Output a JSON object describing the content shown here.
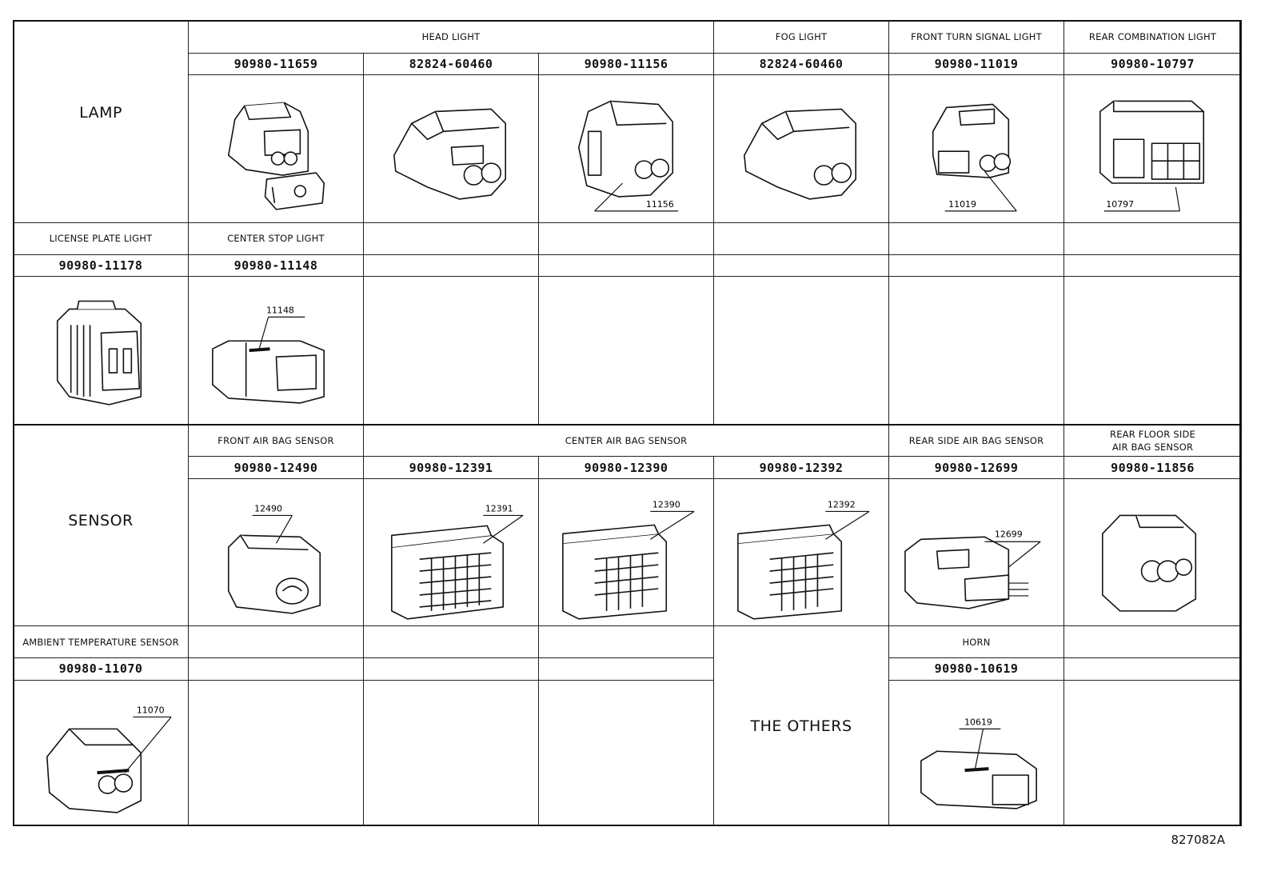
{
  "lamp": {
    "category": "LAMP",
    "head_light": "HEAD LIGHT",
    "fog_light": "FOG LIGHT",
    "front_turn_signal_light": "FRONT TURN SIGNAL LIGHT",
    "rear_combination_light": "REAR COMBINATION LIGHT",
    "parts": [
      "90980-11659",
      "82824-60460",
      "90980-11156",
      "82824-60460",
      "90980-11019",
      "90980-10797"
    ],
    "callouts": {
      "c11156": "11156",
      "c11019": "11019",
      "c10797": "10797"
    },
    "license_plate_light": "LICENSE PLATE LIGHT",
    "center_stop_light": "CENTER STOP LIGHT",
    "row2_parts": [
      "90980-11178",
      "90980-11148"
    ],
    "c11148": "11148"
  },
  "sensor": {
    "category": "SENSOR",
    "front_air_bag_sensor": "FRONT AIR BAG SENSOR",
    "center_air_bag_sensor": "CENTER AIR BAG SENSOR",
    "rear_side_air_bag_sensor": "REAR SIDE AIR BAG SENSOR",
    "rear_floor_side_line1": "REAR FLOOR SIDE",
    "rear_floor_side_line2": "AIR BAG SENSOR",
    "parts": [
      "90980-12490",
      "90980-12391",
      "90980-12390",
      "90980-12392",
      "90980-12699",
      "90980-11856"
    ],
    "callouts": {
      "c12490": "12490",
      "c12391": "12391",
      "c12390": "12390",
      "c12392": "12392",
      "c12699": "12699"
    },
    "ambient_temperature_sensor": "AMBIENT TEMPERATURE SENSOR",
    "row2_part": "90980-11070",
    "c11070": "11070"
  },
  "others": {
    "category": "THE OTHERS",
    "horn": "HORN",
    "horn_part": "90980-10619",
    "c10619": "10619"
  },
  "figure_ref": "827082A"
}
